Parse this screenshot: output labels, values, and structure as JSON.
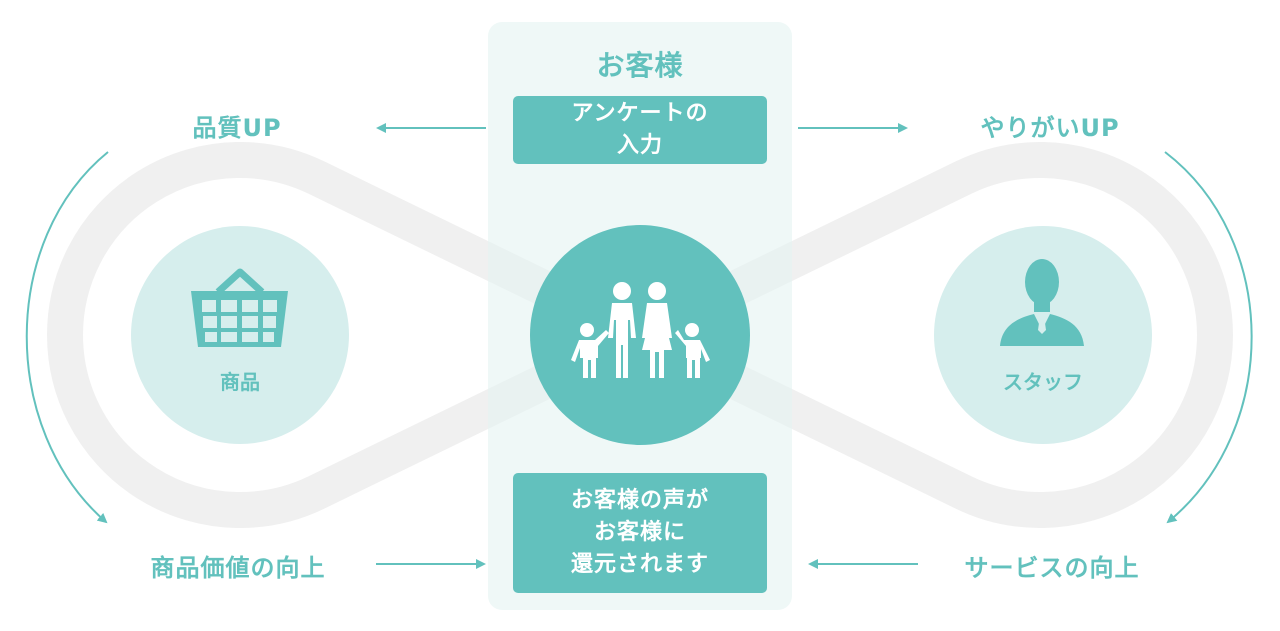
{
  "title": "お客様",
  "top_box": "アンケートの\n入力",
  "bottom_box": "お客様の声が\nお客様に\n還元されます",
  "left_node": {
    "label": "商品",
    "icon": "basket-icon"
  },
  "right_node": {
    "label": "スタッフ",
    "icon": "staff-person-icon"
  },
  "center_node": {
    "icon": "family-icon"
  },
  "labels": {
    "top_left": "品質UP",
    "top_right": "やりがいUP",
    "bottom_left": "商品価値の向上",
    "bottom_right": "サービスの向上"
  },
  "colors": {
    "accent": "#62c1bd",
    "light": "#d6eeed",
    "band": "#f0f0f0",
    "panel": "#eef7f6"
  }
}
